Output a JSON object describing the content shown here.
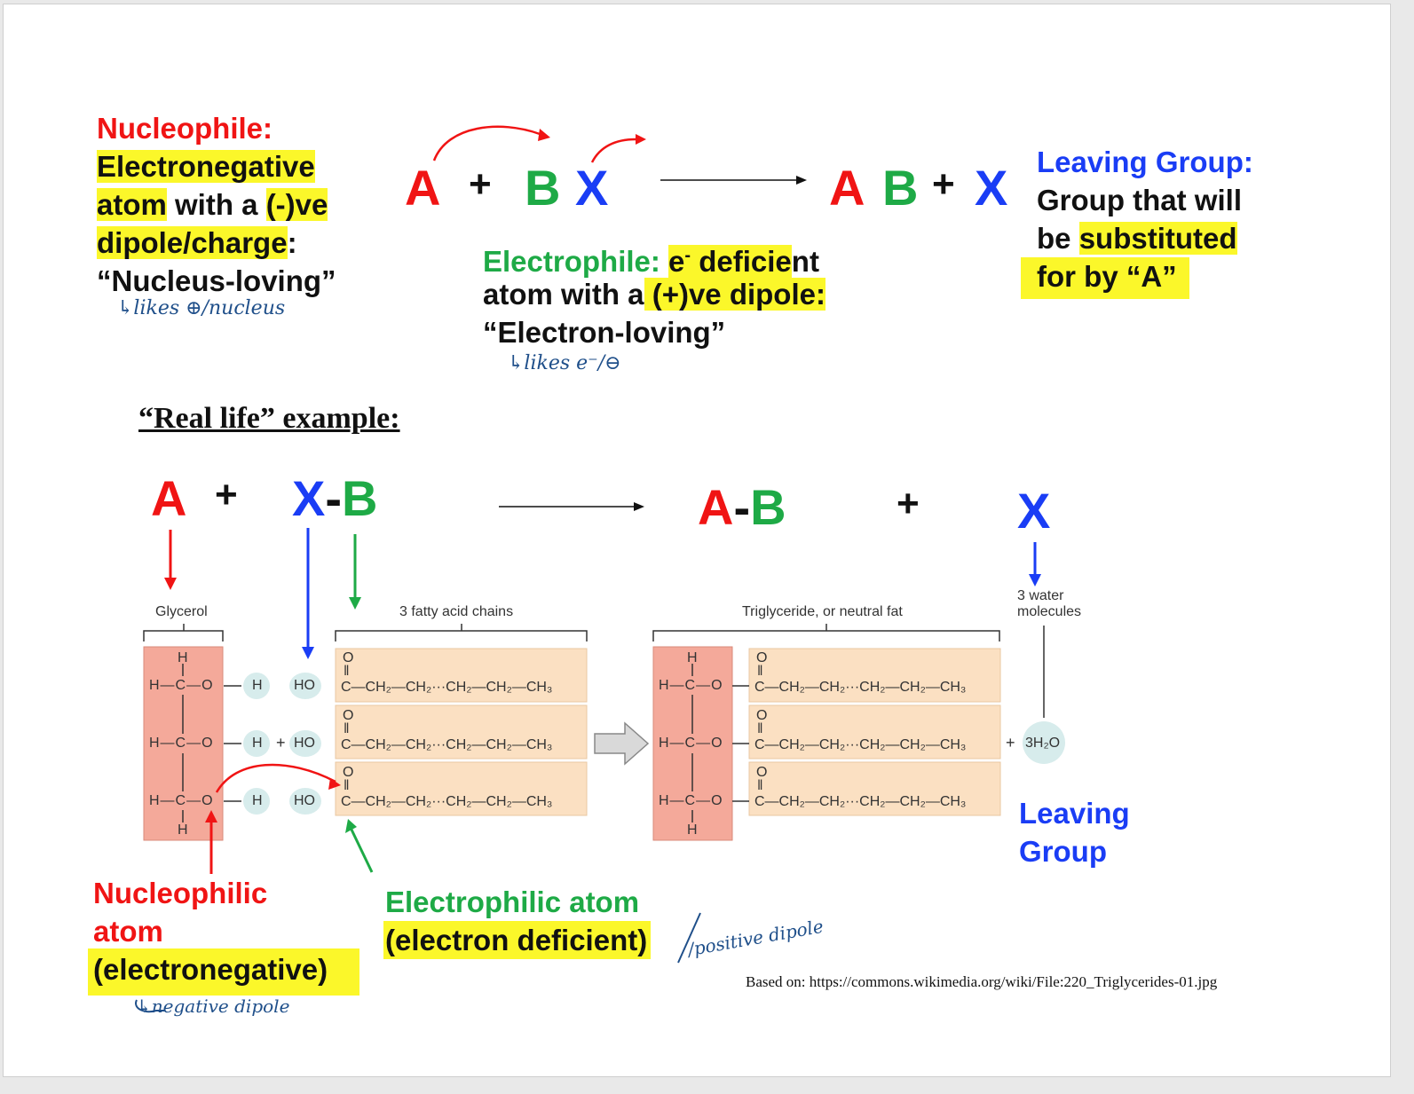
{
  "top": {
    "nucleophile": {
      "title": "Nucleophile:",
      "line1": "Electronegative",
      "line2a": "atom",
      "line2b": " with a ",
      "line2c": "(-)ve",
      "line3a": "dipole/charge",
      "line3b": ":",
      "line4": "“Nucleus-loving”",
      "note": "↳likes ⊕/nucleus"
    },
    "equation": {
      "a": "A",
      "plus1": "+",
      "b": "B",
      "x": "X",
      "ab_a": "A",
      "ab_b": "B",
      "plus2": "+",
      "x2": "X"
    },
    "electrophile": {
      "title": "Electrophile: ",
      "e": "e",
      "sup": "-",
      "line1b": " deficie",
      "line1c": "nt",
      "line2a": "atom with a",
      "line2b": " (+)ve dipole:",
      "line3": "“Electron-loving”",
      "note": "↳likes e⁻/⊖"
    },
    "leaving": {
      "title": "Leaving Group:",
      "line1": "Group that will",
      "line2a": "be ",
      "line2b": "substituted",
      "line3": "for by “A”"
    }
  },
  "example": {
    "heading": "“Real life” example:",
    "a": "A",
    "plus1": "+",
    "x": "X",
    "dash1": "-",
    "b": "B",
    "ab_a": "A",
    "dash2": "-",
    "ab_b": "B",
    "plus2": "+",
    "x2": "X"
  },
  "figure": {
    "glycerol_label": "Glycerol",
    "fatty_label": "3 fatty acid chains",
    "trig_label": "Triglyceride, or neutral fat",
    "water_label1": "3 water",
    "water_label2": "molecules",
    "water_formula": "3H₂O",
    "H": "H",
    "C": "C",
    "O": "O",
    "HO": "HO",
    "plus": "+",
    "chain": "C—CH₂—CH₂···CH₂—CH₂—CH₃",
    "hco": "H—C—O",
    "carbonyl_o": "O",
    "dbl": "‖"
  },
  "bottom": {
    "nuc1": "Nucleophilic",
    "nuc2": "atom",
    "nuc3": "(electronegative)",
    "nuc_note": "↳negative dipole",
    "ele1": "Electrophilic atom",
    "ele2": "(electron deficient)",
    "ele_note": "/positive dipole",
    "leave1": "Leaving",
    "leave2": "Group",
    "credit": "Based on: https://commons.wikimedia.org/wiki/File:220_Triglycerides-01.jpg"
  },
  "colors": {
    "red": "#f01414",
    "green": "#1eaa46",
    "blue": "#1a3df5",
    "highlight": "#fbf72a",
    "glycerol_fill": "#f4a99a",
    "chain_fill": "#fbe0c2",
    "bubble": "#d7ecec"
  }
}
